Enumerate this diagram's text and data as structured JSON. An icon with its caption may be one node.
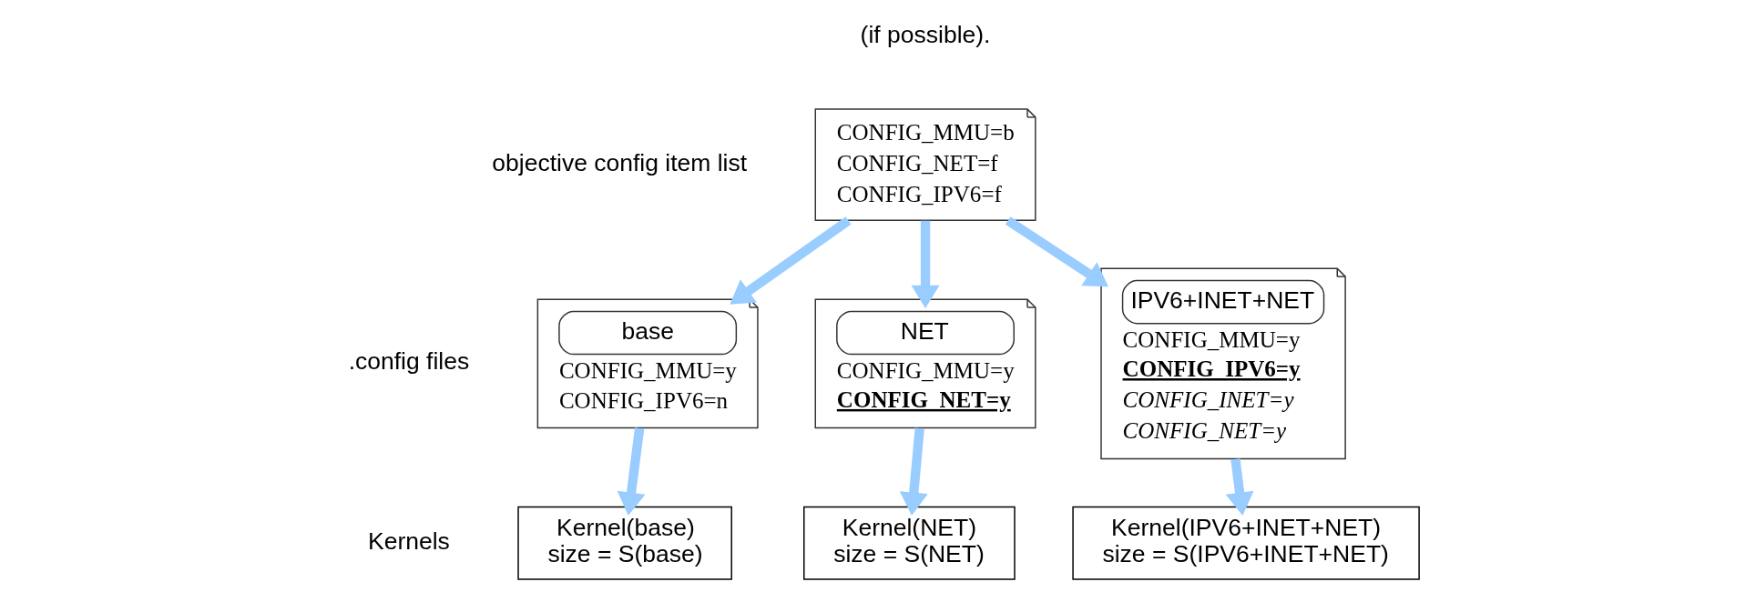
{
  "diagram": {
    "nodes": [
      {
        "text": [
          "CONFIG_MMU=b",
          "CONFIG_NET=f",
          "CONFIG_IPV6=f"
        ],
        "beside": [
          "objective config item list"
        ]
      },
      {
        "text": [
          "base",
          "CONFIG_MMU=y",
          "CONFIG_IPV6=n"
        ]
      },
      {
        "text": [
          "NET",
          "CONFIG_MMU=y",
          "**CONFIG_NET=y**"
        ]
      },
      {
        "text": [
          "IPV6+INET+NET",
          "CONFIG_MMU=y",
          "**CONFIG_IPV6=y**",
          "*CONFIG_INET=y*",
          "*CONFIG_NET=y*"
        ]
      },
      {
        "text": [
          "Kernel(base)",
          "size = S(base)"
        ]
      },
      {
        "text": [
          "Kernel(NET)",
          "size = S(NET)"
        ]
      },
      {
        "text": [
          "Kernel(IPV6+INET+NET)",
          "size = S(IPV6+INET+NET)"
        ]
      }
    ],
    "edges": [
      {
        "from": 0,
        "to": 1,
        "arrow": "to"
      },
      {
        "from": 0,
        "to": 2,
        "arrow": "to"
      },
      {
        "from": 0,
        "to": 3,
        "arrow": "to"
      },
      {
        "from": 1,
        "to": 4,
        "arrow": "to"
      },
      {
        "from": 2,
        "to": 5,
        "arrow": "to"
      },
      {
        "from": 3,
        "to": 6,
        "arrow": "to"
      }
    ],
    "labels": [
      "(if possible).",
      ".config files",
      "Kernels"
    ]
  }
}
